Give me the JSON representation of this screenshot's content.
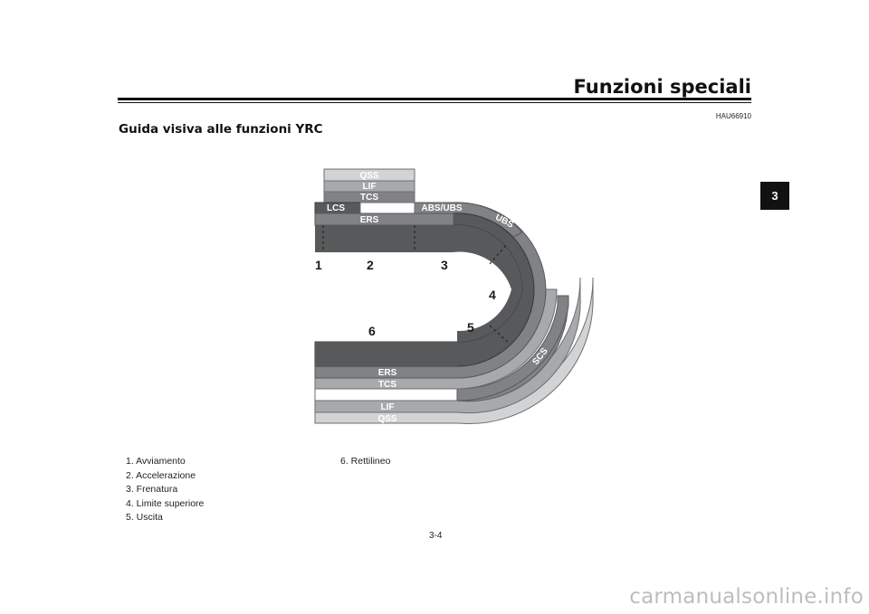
{
  "header": {
    "title": "Funzioni speciali",
    "code": "HAU66910"
  },
  "section": {
    "title": "Guida visiva alle funzioni YRC"
  },
  "chapter_tab": "3",
  "diagram": {
    "band_labels": {
      "top_qss": "QSS",
      "top_lif": "LIF",
      "top_tcs": "TCS",
      "top_lcs": "LCS",
      "top_abs": "ABS/UBS",
      "top_ubs": "UBS",
      "top_ers": "ERS",
      "bottom_scs": "SCS",
      "bottom_ers": "ERS",
      "bottom_tcs": "TCS",
      "bottom_lif": "LIF",
      "bottom_qss": "QSS"
    },
    "section_numbers": [
      "1",
      "2",
      "3",
      "4",
      "5",
      "6"
    ]
  },
  "legend": {
    "left": [
      "1.  Avviamento",
      "2.  Accelerazione",
      "3.  Frenatura",
      "4.  Limite superiore",
      "5.  Uscita"
    ],
    "right": [
      "6.  Rettilineo"
    ]
  },
  "page_number": "3-4",
  "watermark": "carmanualsonline.info",
  "colors": {
    "track_dark": "#58595b",
    "band_mid": "#808285",
    "band_light": "#a7a9ac",
    "band_lighter": "#d1d3d4"
  }
}
